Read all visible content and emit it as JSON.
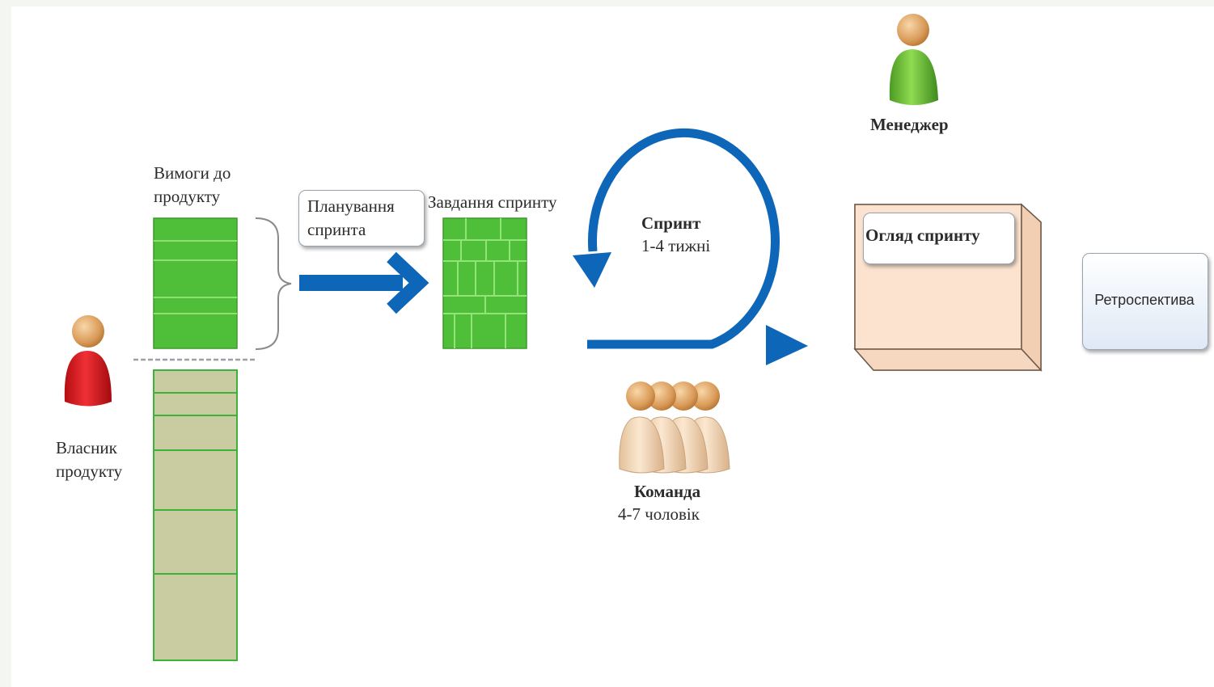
{
  "labels": {
    "product_requirements": "Вимоги до\nпродукту",
    "sprint_planning": "Планування\nспринта",
    "sprint_tasks": "Завдання спринту",
    "sprint": "Спринт",
    "sprint_duration": "1-4 тижні",
    "manager": "Менеджер",
    "sprint_review": "Огляд спринту",
    "retrospective": "Ретроспектива",
    "product_owner": "Власник\nпродукту",
    "team": "Команда",
    "team_size": "4-7 чоловік"
  },
  "icons": {
    "product_owner": "person-red-icon",
    "manager": "person-green-icon",
    "team": "team-people-icon",
    "flow_arrow": "right-arrow-icon",
    "sprint_cycle": "cycle-arrow-icon"
  },
  "colors": {
    "backlog_selected": "#4fbf3a",
    "backlog_remaining": "#c8cca0",
    "arrow_blue": "#0d66b8",
    "review_box": "#fbe3d0",
    "retro_box": "#eaf1fa",
    "owner_red": "#d8161c",
    "manager_green": "#6fc03a",
    "team_skin": "#f1d6b4"
  }
}
